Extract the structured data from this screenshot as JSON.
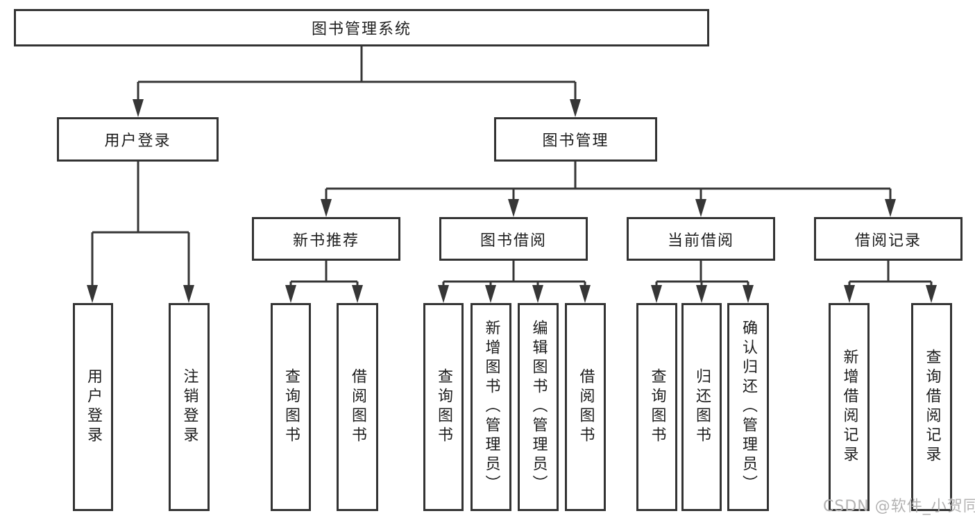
{
  "diagram": {
    "root": {
      "label": "图书管理系统"
    },
    "branches": [
      {
        "label": "用户登录",
        "children": [
          {
            "label": "用户登录"
          },
          {
            "label": "注销登录"
          }
        ]
      },
      {
        "label": "图书管理",
        "children": [
          {
            "label": "新书推荐",
            "children": [
              {
                "label": "查询图书"
              },
              {
                "label": "借阅图书"
              }
            ]
          },
          {
            "label": "图书借阅",
            "children": [
              {
                "label": "查询图书"
              },
              {
                "label": "新增图书（管理员）"
              },
              {
                "label": "编辑图书（管理员）"
              },
              {
                "label": "借阅图书"
              }
            ]
          },
          {
            "label": "当前借阅",
            "children": [
              {
                "label": "查询图书"
              },
              {
                "label": "归还图书"
              },
              {
                "label": "确认归还（管理员）"
              }
            ]
          },
          {
            "label": "借阅记录",
            "children": [
              {
                "label": "新增借阅记录"
              },
              {
                "label": "查询借阅记录"
              }
            ]
          }
        ]
      }
    ]
  },
  "watermark": {
    "text": "CSDN @软件_小贺同学"
  },
  "colors": {
    "line": "#363636",
    "border": "#333333",
    "text": "#1d1d1d",
    "watermark": "#b3b2b2",
    "background": "#ffffff"
  }
}
